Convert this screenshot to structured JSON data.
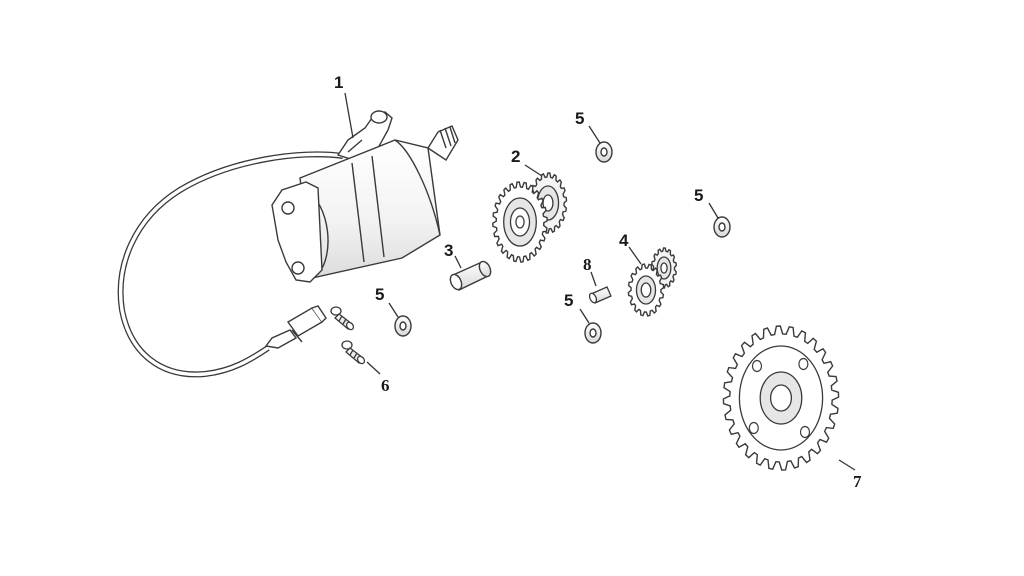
{
  "callouts": {
    "c1": "1",
    "c2": "2",
    "c3": "3",
    "c4": "4",
    "c5a": "5",
    "c5b": "5",
    "c5c": "5",
    "c5d": "5",
    "c6": "6",
    "c7": "7",
    "c8": "8"
  },
  "colors": {
    "line": "#3a3a3a",
    "fill": "#ffffff",
    "shade": "#e6e6e6"
  }
}
